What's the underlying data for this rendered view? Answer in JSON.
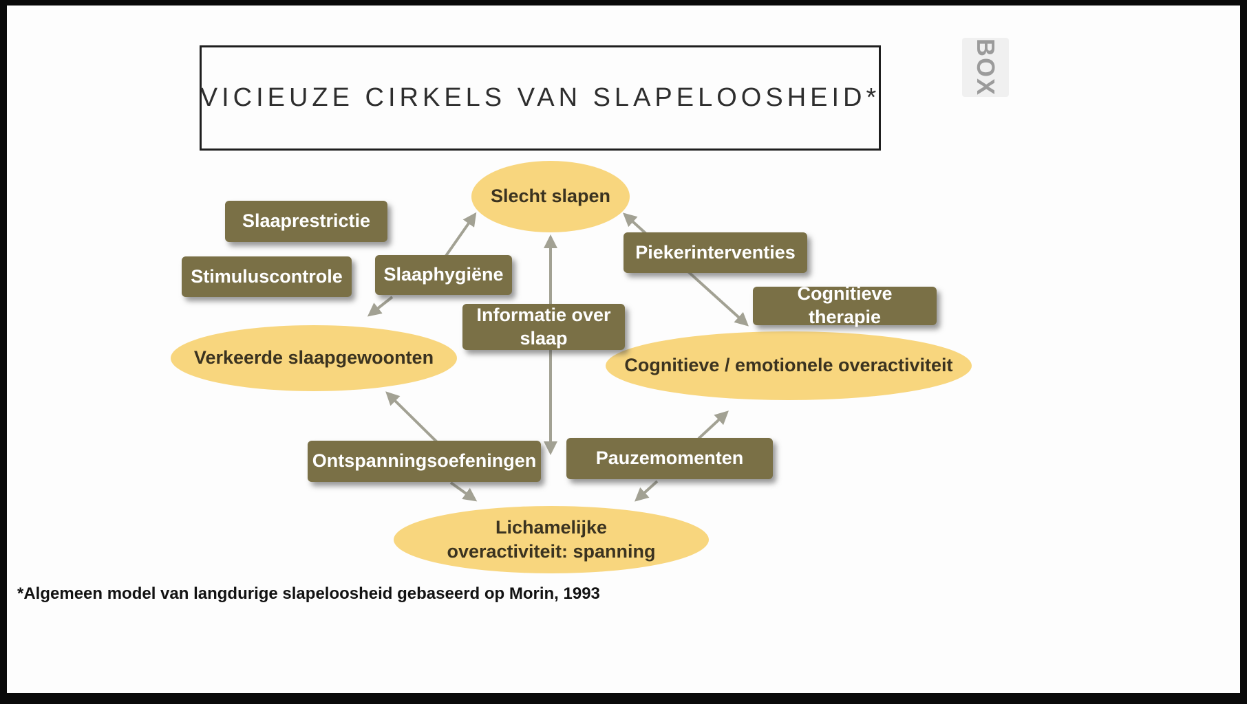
{
  "title": "VICIEUZE CIRKELS VAN SLAPELOOSHEID*",
  "watermark": "BOX",
  "ellipses": {
    "slecht_slapen": "Slecht slapen",
    "verkeerde_slaapgewoonten": "Verkeerde slaapgewoonten",
    "cognitieve_emotionele_overactiviteit": "Cognitieve / emotionele overactiviteit",
    "lichamelijke_line1": "Lichamelijke",
    "lichamelijke_line2": "overactiviteit: spanning"
  },
  "boxes": {
    "slaaprestrictie": "Slaaprestrictie",
    "stimuluscontrole": "Stimuluscontrole",
    "slaaphygiene": "Slaaphygiëne",
    "piekerinterventies": "Piekerinterventies",
    "cognitieve_therapie": "Cognitieve therapie",
    "informatie_over_slaap": "Informatie over slaap",
    "ontspanningsoefeningen": "Ontspanningsoefeningen",
    "pauzemomenten": "Pauzemomenten"
  },
  "footnote": "*Algemeen model van langdurige slapeloosheid gebaseerd op Morin, 1993",
  "colors": {
    "ellipse_fill": "#f8d67e",
    "box_fill": "#7a7046",
    "arrow": "#a2a193"
  }
}
